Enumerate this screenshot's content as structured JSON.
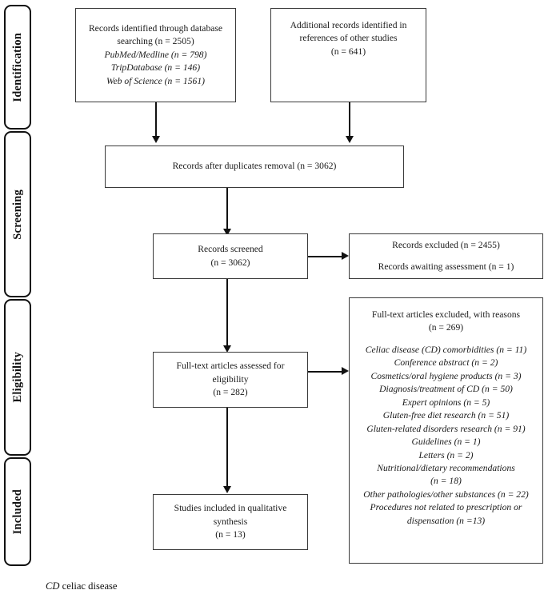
{
  "figure": {
    "type": "prisma-flow-diagram",
    "footnote_abbr": "CD",
    "footnote_text": " celiac disease"
  },
  "stages": [
    {
      "label": "Identification"
    },
    {
      "label": "Screening"
    },
    {
      "label": "Eligibility"
    },
    {
      "label": "Included"
    }
  ],
  "boxes": {
    "identified_db": {
      "lines": [
        {
          "text": "Records identified through database",
          "italic": false
        },
        {
          "text": "searching (n = 2505)",
          "italic": false
        },
        {
          "text": "PubMed/Medline (n = 798)",
          "italic": true
        },
        {
          "text": "TripDatabase (n = 146)",
          "italic": true
        },
        {
          "text": "Web of Science (n = 1561)",
          "italic": true
        }
      ]
    },
    "identified_refs": {
      "lines": [
        {
          "text": "Additional records identified in",
          "italic": false
        },
        {
          "text": "references of other studies",
          "italic": false
        },
        {
          "text": "(n = 641)",
          "italic": false
        }
      ]
    },
    "after_duplicates": {
      "lines": [
        {
          "text": "Records after duplicates removal (n = 3062)",
          "italic": false
        }
      ]
    },
    "records_screened": {
      "lines": [
        {
          "text": "Records screened",
          "italic": false
        },
        {
          "text": "(n = 3062)",
          "italic": false
        }
      ]
    },
    "records_excluded": {
      "lines": [
        {
          "text": "Records excluded (n = 2455)",
          "italic": false
        },
        {
          "text": "Records awaiting assessment (n = 1)",
          "italic": false,
          "gap": true
        }
      ]
    },
    "fulltext_assessed": {
      "lines": [
        {
          "text": "Full-text articles assessed for",
          "italic": false
        },
        {
          "text": "eligibility",
          "italic": false
        },
        {
          "text": "(n = 282)",
          "italic": false
        }
      ]
    },
    "fulltext_excluded": {
      "lines": [
        {
          "text": "Full-text articles excluded, with reasons",
          "italic": false
        },
        {
          "text": "(n = 269)",
          "italic": false
        },
        {
          "text": "Celiac disease (CD) comorbidities (n = 11)",
          "italic": true,
          "gap": true
        },
        {
          "text": "Conference abstract (n = 2)",
          "italic": true
        },
        {
          "text": "Cosmetics/oral hygiene products (n = 3)",
          "italic": true
        },
        {
          "text": "Diagnosis/treatment of CD (n = 50)",
          "italic": true
        },
        {
          "text": "Expert opinions (n = 5)",
          "italic": true
        },
        {
          "text": "Gluten-free diet research (n = 51)",
          "italic": true
        },
        {
          "text": "Gluten-related disorders research (n = 91)",
          "italic": true
        },
        {
          "text": "Guidelines (n = 1)",
          "italic": true
        },
        {
          "text": "Letters (n = 2)",
          "italic": true
        },
        {
          "text": "Nutritional/dietary recommendations",
          "italic": true
        },
        {
          "text": "(n = 18)",
          "italic": true
        },
        {
          "text": "Other pathologies/other substances (n = 22)",
          "italic": true
        },
        {
          "text": "Procedures not related to prescription or",
          "italic": true
        },
        {
          "text": "dispensation (n =13)",
          "italic": true
        }
      ]
    },
    "studies_included": {
      "lines": [
        {
          "text": "Studies included in qualitative",
          "italic": false
        },
        {
          "text": "synthesis",
          "italic": false
        },
        {
          "text": "(n = 13)",
          "italic": false
        }
      ]
    }
  }
}
